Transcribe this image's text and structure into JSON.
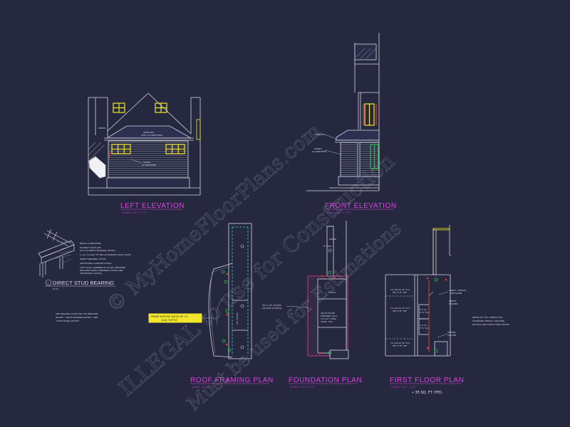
{
  "colors": {
    "background": "#25283f",
    "linework": "#d6d8e4",
    "title": "#e040e0",
    "window": "#f2e72a",
    "green": "#27c43d",
    "red": "#e23b3b",
    "cyan": "#34d0e0",
    "hatch_pink": "#e0468f"
  },
  "views": {
    "left_elevation": {
      "title": "LEFT ELEVATION",
      "scale": "SCALE:  1/4\" = 1'-0\""
    },
    "front_elevation": {
      "title": "FRONT ELEVATION",
      "scale": "SCALE:  1/4\" = 1'-0\""
    },
    "roof_framing_plan": {
      "title": "ROOF FRAMING PLAN",
      "scale": "SCALE:  1/4\" = 1'-0\""
    },
    "foundation_plan": {
      "title": "FOUNDATION PLAN",
      "scale": "SCALE:  1/4\" = 1'-0\""
    },
    "first_floor_plan": {
      "title": "FIRST FLOOR PLAN",
      "scale": "SCALE:  1/4\" = 1'-0\"",
      "area": "• 35 SQ. FT. HTD."
    },
    "direct_stud_bearing": {
      "number": "1",
      "title": "DIRECT STUD BEARING",
      "scale": "N.T.S."
    }
  },
  "annotations": {
    "left_shingles": "SHINGLES",
    "left_shingles_sub": "(MAT. AS SPECIFIED)",
    "left_siding": "SIDING",
    "left_siding_sub": "AS SPECIFIED",
    "front_shingles": "SHINGLES",
    "front_siding": "SIDING",
    "front_siding_sub": "AS SPECIFIED",
    "roof_rafters": "FRAME RAFTERS 2x6 @ 16\" O.C.",
    "roof_rafters_sub": "(2x6) TOP PLT.",
    "roof_wall": "2x4 STUDS",
    "found_access": "36\" X 18\" ACCESS",
    "found_access_sub": "(LOCATE IN FIELD)",
    "found_header": "2-2x10",
    "found_grout": "SOLID FILLED",
    "found_grout_2": "MASONRY ON A",
    "found_grout_3": "12\"x12\" CONC.",
    "found_grout_4": "CONC. FTG.",
    "found_pier": "8\" PIER",
    "ff_set_a": "(1) 2x6 @ 16\" O.C.",
    "ff_set_a2": "SET 4'-8\" AFF",
    "ff_set_b": "(1) 2x6 @ 16\" O.C.",
    "ff_set_b2": "SET 4'-8\" AFF",
    "ff_set_c": "(1) 2x6 @ 16\" O.C.",
    "ff_set_c2": "SET 4'-8\" AFF",
    "ff_mid_1": "2 X 10",
    "ff_mid_2": "4'-0\" O.C.",
    "ff_mid_3": "2 X 10",
    "ff_mid_4": "4'-0\" O.C.",
    "ff_callout_1": "CABLE / SHELVS",
    "ff_callout_2": "PER SLOPE",
    "ff_callout_3": "ABOVE",
    "ff_callout_4": "HEADER",
    "ff_callout_5": "OPTION",
    "ff_callout_6": "2x6 DBL",
    "sb_beam": "BEAM AS SPECIFIED",
    "sb_plate": "DOUBLE TOP PLATE",
    "sb_plate_2": "(CUT @ DIRECT BEARING STUDS)",
    "sb_kicker": "1 1/2\" (2-16d) \"Z\" BLK @ SUPPORT (EACH SIDE)",
    "sb_studs": "DIRECT BEARING STUDS",
    "sb_additional": "ADDITIONAL SUPPORT STUDS",
    "sb_total": "(THE TOTAL NUMBER OF STUDS SPECIFIED",
    "sb_total_2": "INCLUDES DIRECT BEARING STUDS AND",
    "sb_total_3": "ADDITIONAL STUDS)",
    "general_note_1": "SEE ORIGINAL PLAN FOR \"FOUNDATION",
    "general_note_2": "NOTES\", \"ROOF FRAMING NOTES\", AND",
    "general_note_3": "\"STRUCTURAL NOTES\"",
    "ref_note_1": "REFER TO \"SD\" SHEETS FOR",
    "ref_note_2": "STANDARD DETAILS, BRACING",
    "ref_note_3": "DETAILS AND STRUCTURAL NOTES"
  },
  "watermark": {
    "line1": "© MyHomeFloorPlans.com",
    "line2": "ILLEGAL to use for Construction",
    "line3": "Must be used for Estimations"
  }
}
